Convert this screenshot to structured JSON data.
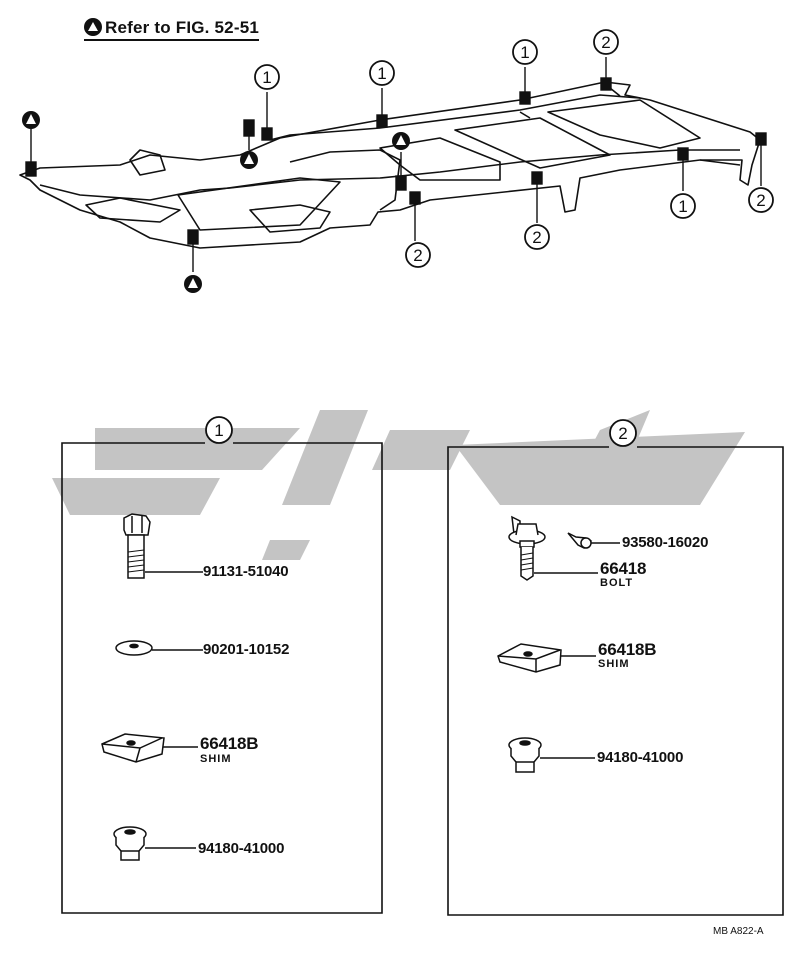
{
  "header": {
    "reference_text": "Refer to FIG. 52-51"
  },
  "callouts": {
    "one": "1",
    "two": "2"
  },
  "panel_1": {
    "label": "1",
    "parts": [
      {
        "code": "91131-51040",
        "note": ""
      },
      {
        "code": "90201-10152",
        "note": ""
      },
      {
        "code": "66418B",
        "note": "SHIM"
      },
      {
        "code": "94180-41000",
        "note": ""
      }
    ]
  },
  "panel_2": {
    "label": "2",
    "parts": [
      {
        "code": "93580-16020",
        "note": ""
      },
      {
        "code": "66418",
        "note": "BOLT"
      },
      {
        "code": "66418B",
        "note": "SHIM"
      },
      {
        "code": "94180-41000",
        "note": ""
      }
    ]
  },
  "footer": {
    "figure_id": "MB  A822-A"
  },
  "colors": {
    "ink": "#111111",
    "watermark": "#bdbdbd"
  }
}
